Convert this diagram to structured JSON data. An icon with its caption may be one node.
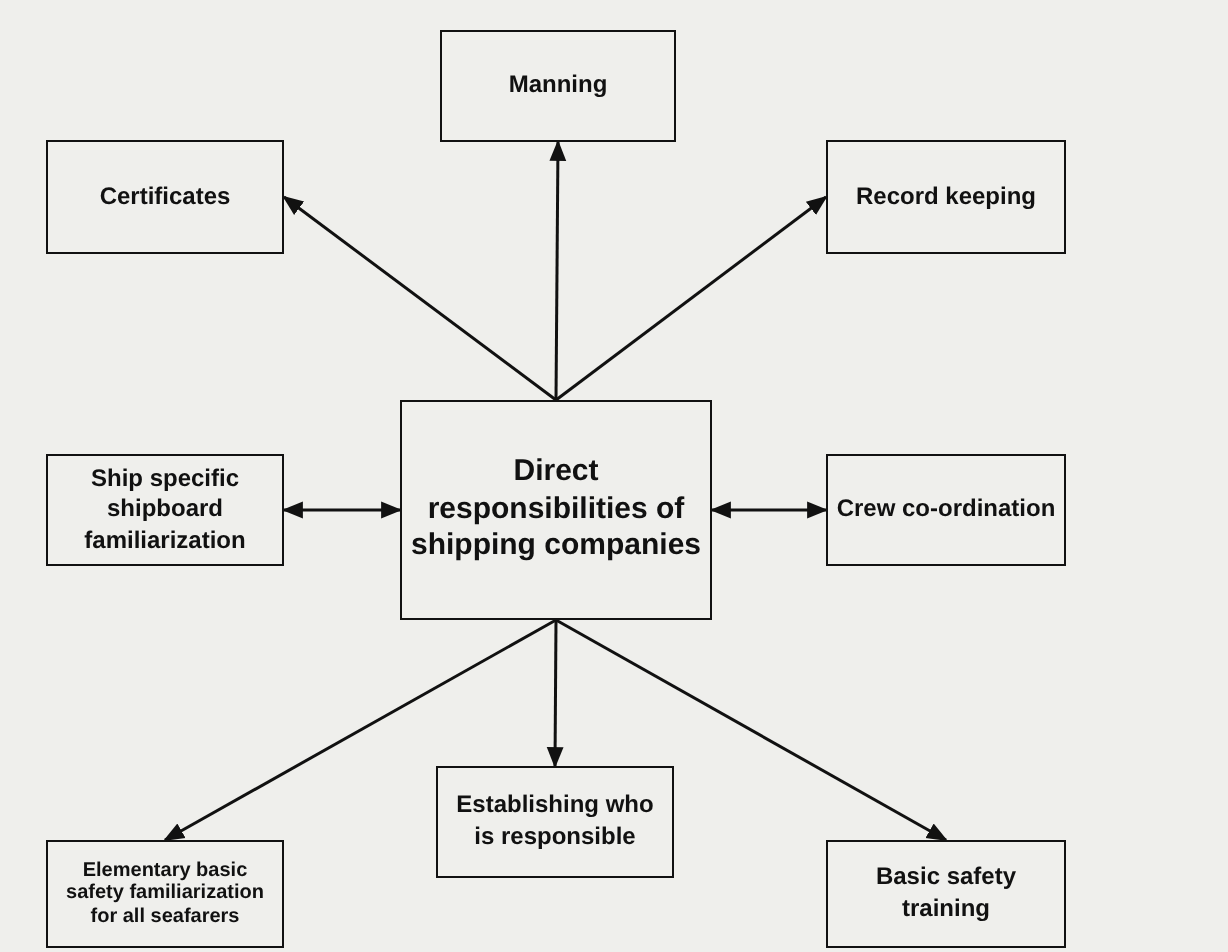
{
  "diagram": {
    "nodes": [
      {
        "text": [
          "Manning"
        ]
      },
      {
        "text": [
          "Certificates"
        ]
      },
      {
        "text": [
          "Record keeping"
        ]
      },
      {
        "text": [
          "Direct responsibilities of shipping companies"
        ]
      },
      {
        "text": [
          "Ship specific shipboard familiarization"
        ]
      },
      {
        "text": [
          "Crew co-ordination"
        ]
      },
      {
        "text": [
          "Establishing who is responsible"
        ]
      },
      {
        "text": [
          "Elementary basic safety familiarization for all seafarers"
        ]
      },
      {
        "text": [
          "Basic safety training"
        ]
      }
    ],
    "edges": [
      {
        "from": 3,
        "to": 0,
        "arrow": "to"
      },
      {
        "from": 3,
        "to": 1,
        "arrow": "to"
      },
      {
        "from": 3,
        "to": 2,
        "arrow": "to"
      },
      {
        "from": 3,
        "to": 4,
        "arrow": "both"
      },
      {
        "from": 3,
        "to": 5,
        "arrow": "both"
      },
      {
        "from": 3,
        "to": 6,
        "arrow": "to"
      },
      {
        "from": 3,
        "to": 7,
        "arrow": "to"
      },
      {
        "from": 3,
        "to": 8,
        "arrow": "to"
      }
    ]
  }
}
